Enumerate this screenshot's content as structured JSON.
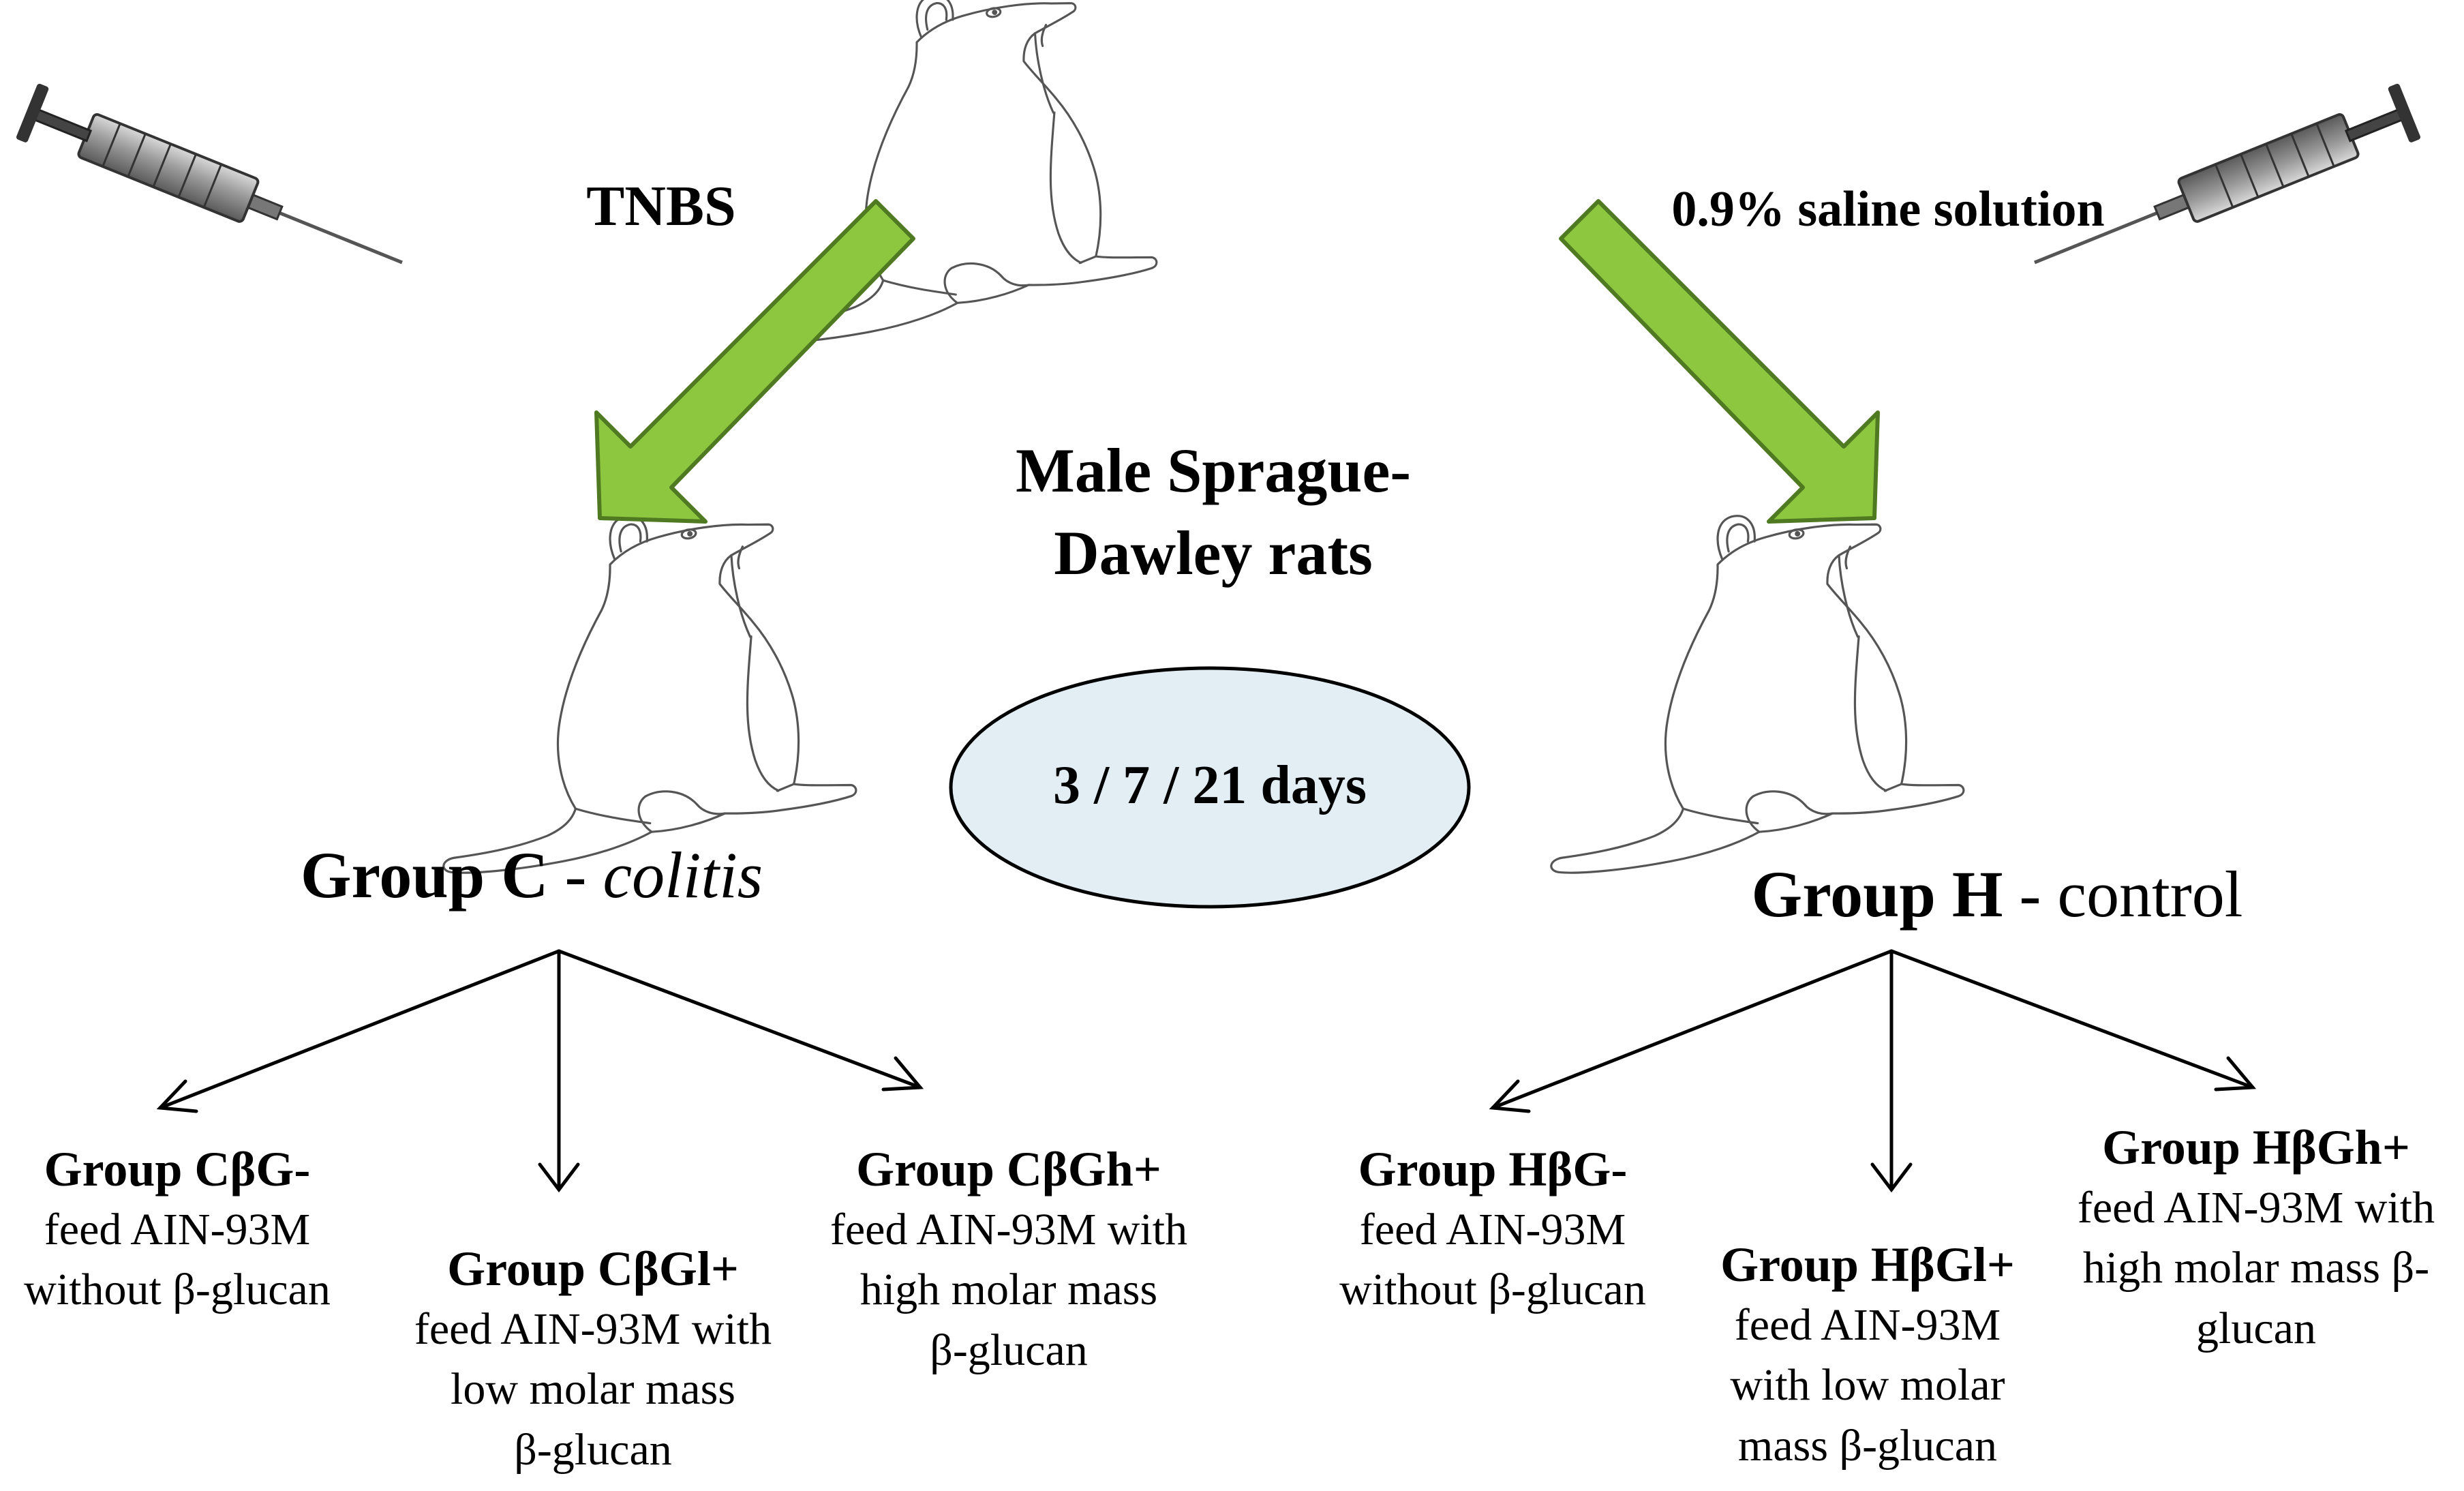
{
  "diagram": {
    "center": {
      "title_line1": "Male Sprague-",
      "title_line2": "Dawley rats",
      "duration": "3 / 7 / 21 days"
    },
    "left_injection": {
      "label": "TNBS"
    },
    "right_injection": {
      "label": "0.9% saline solution"
    },
    "group_c": {
      "name": "Group C",
      "separator": " - ",
      "descriptor": "colitis",
      "subgroups": [
        {
          "title": "Group CβG-",
          "lines": [
            "feed AIN-93M",
            "without β-glucan"
          ]
        },
        {
          "title": "Group CβGl+",
          "lines": [
            "feed AIN-93M with",
            "low molar mass",
            "β-glucan"
          ]
        },
        {
          "title": "Group CβGh+",
          "lines": [
            "feed AIN-93M with",
            "high molar mass",
            "β-glucan"
          ]
        }
      ]
    },
    "group_h": {
      "name": "Group H",
      "separator": " - ",
      "descriptor": "control",
      "subgroups": [
        {
          "title": "Group HβG-",
          "lines": [
            "feed AIN-93M",
            "without β-glucan"
          ]
        },
        {
          "title": "Group HβGl+",
          "lines": [
            "feed AIN-93M",
            "with low molar",
            "mass β-glucan"
          ]
        },
        {
          "title": "Group HβGh+",
          "lines": [
            "feed AIN-93M with",
            "high molar mass β-",
            "glucan"
          ]
        }
      ]
    },
    "colors": {
      "arrow_fill": "#8dc63f",
      "arrow_stroke": "#4f7a21",
      "ellipse_fill": "#e3eef4",
      "line_color": "#000000",
      "outline_gray": "#555555"
    }
  }
}
